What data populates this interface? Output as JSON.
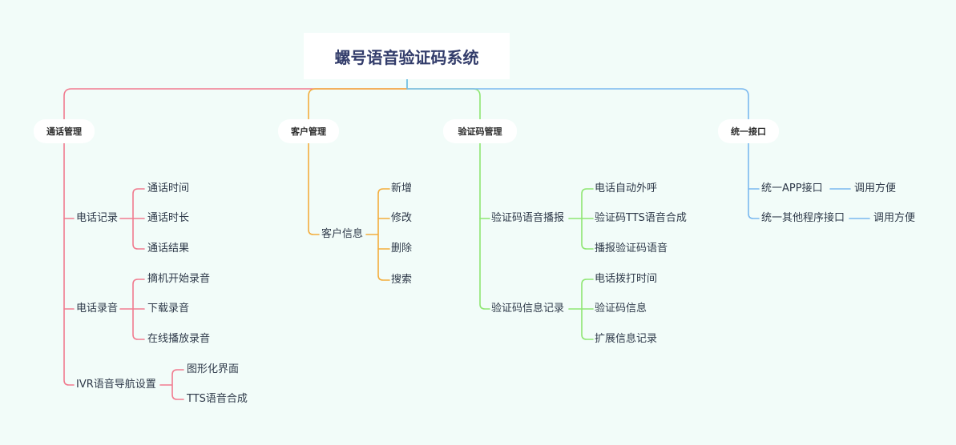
{
  "root": {
    "label": "螺号语音验证码系统"
  },
  "colors": {
    "call_mgmt": "#f17b8f",
    "customer_mgmt": "#f3ad3c",
    "code_mgmt": "#8ee672",
    "api": "#7ab8ef",
    "trunk": "#62b9e0"
  },
  "categories": [
    {
      "label": "通话管理",
      "children": [
        {
          "label": "电话记录",
          "children": [
            {
              "label": "通话时间"
            },
            {
              "label": "通话时长"
            },
            {
              "label": "通话结果"
            }
          ]
        },
        {
          "label": "电话录音",
          "children": [
            {
              "label": "摘机开始录音"
            },
            {
              "label": "下载录音"
            },
            {
              "label": "在线播放录音"
            }
          ]
        },
        {
          "label": "IVR语音导航设置",
          "children": [
            {
              "label": "图形化界面"
            },
            {
              "label": "TTS语音合成"
            }
          ]
        }
      ]
    },
    {
      "label": "客户管理",
      "children": [
        {
          "label": "客户信息",
          "children": [
            {
              "label": "新增"
            },
            {
              "label": "修改"
            },
            {
              "label": "删除"
            },
            {
              "label": "搜索"
            }
          ]
        }
      ]
    },
    {
      "label": "验证码管理",
      "children": [
        {
          "label": "验证码语音播报",
          "children": [
            {
              "label": "电话自动外呼"
            },
            {
              "label": "验证码TTS语音合成"
            },
            {
              "label": "播报验证码语音"
            }
          ]
        },
        {
          "label": "验证码信息记录",
          "children": [
            {
              "label": "电话拨打时间"
            },
            {
              "label": "验证码信息"
            },
            {
              "label": "扩展信息记录"
            }
          ]
        }
      ]
    },
    {
      "label": "统一接口",
      "children": [
        {
          "label": "统一APP接口",
          "children": [
            {
              "label": "调用方便"
            }
          ]
        },
        {
          "label": "统一其他程序接口",
          "children": [
            {
              "label": "调用方便"
            }
          ]
        }
      ]
    }
  ]
}
